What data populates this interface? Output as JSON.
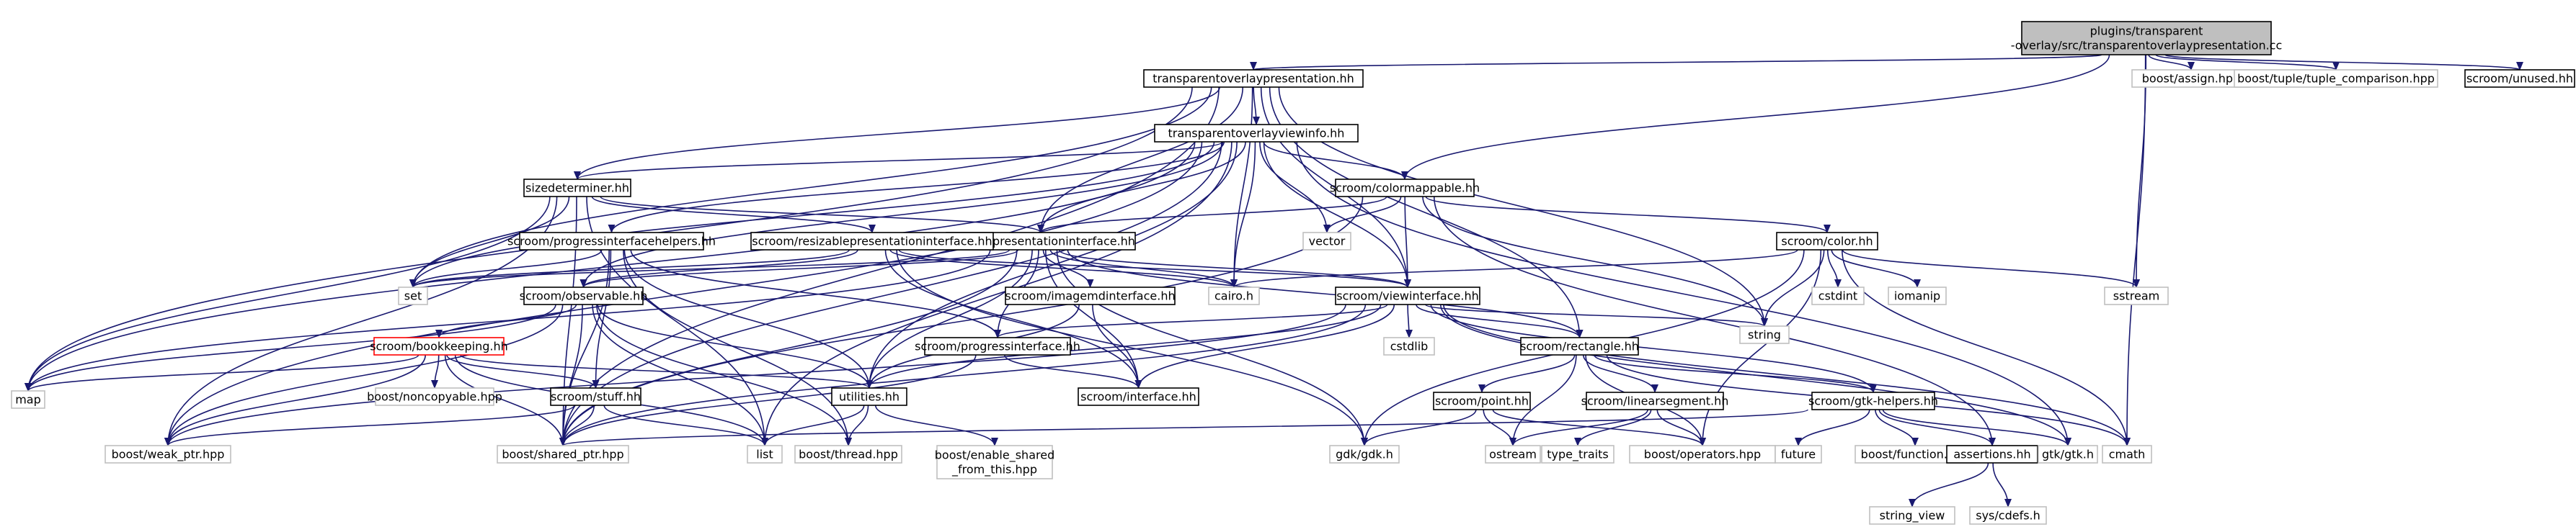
{
  "colors": {
    "edge": "#191970",
    "root_fill": "#bfbfbf",
    "external_border": "#bfbfbf",
    "incomplete_border": "#ff0000"
  },
  "nodes": [
    {
      "id": "root",
      "lines": [
        "plugins/transparent",
        "-overlay/src/transparentoverlaypresentation.cc"
      ],
      "kind": "root"
    },
    {
      "id": "tophh",
      "lines": [
        "transparentoverlaypresentation.hh"
      ],
      "kind": "std"
    },
    {
      "id": "assign",
      "lines": [
        "boost/assign.hpp"
      ],
      "kind": "sys"
    },
    {
      "id": "tuplecmp",
      "lines": [
        "boost/tuple/tuple_comparison.hpp"
      ],
      "kind": "sys"
    },
    {
      "id": "unused",
      "lines": [
        "scroom/unused.hh"
      ],
      "kind": "std"
    },
    {
      "id": "tovi",
      "lines": [
        "transparentoverlayviewinfo.hh"
      ],
      "kind": "std"
    },
    {
      "id": "sizedet",
      "lines": [
        "sizedeterminer.hh"
      ],
      "kind": "std"
    },
    {
      "id": "colormap",
      "lines": [
        "scroom/colormappable.hh"
      ],
      "kind": "std"
    },
    {
      "id": "vector",
      "lines": [
        "vector"
      ],
      "kind": "sys"
    },
    {
      "id": "color",
      "lines": [
        "scroom/color.hh"
      ],
      "kind": "std"
    },
    {
      "id": "presint",
      "lines": [
        "scroom/presentationinterface.hh"
      ],
      "kind": "std"
    },
    {
      "id": "progih",
      "lines": [
        "scroom/progressinterfacehelpers.hh"
      ],
      "kind": "std"
    },
    {
      "id": "resizable",
      "lines": [
        "scroom/resizablepresentationinterface.hh"
      ],
      "kind": "std"
    },
    {
      "id": "set",
      "lines": [
        "set"
      ],
      "kind": "sys"
    },
    {
      "id": "cairo",
      "lines": [
        "cairo.h"
      ],
      "kind": "sys"
    },
    {
      "id": "viewint",
      "lines": [
        "scroom/viewinterface.hh"
      ],
      "kind": "std"
    },
    {
      "id": "imagemd",
      "lines": [
        "scroom/imagemdinterface.hh"
      ],
      "kind": "std"
    },
    {
      "id": "observable",
      "lines": [
        "scroom/observable.hh"
      ],
      "kind": "std"
    },
    {
      "id": "cstdint",
      "lines": [
        "cstdint"
      ],
      "kind": "sys"
    },
    {
      "id": "iomanip",
      "lines": [
        "iomanip"
      ],
      "kind": "sys"
    },
    {
      "id": "sstream",
      "lines": [
        "sstream"
      ],
      "kind": "sys"
    },
    {
      "id": "string",
      "lines": [
        "string"
      ],
      "kind": "sys"
    },
    {
      "id": "cstdlib",
      "lines": [
        "cstdlib"
      ],
      "kind": "sys"
    },
    {
      "id": "rect",
      "lines": [
        "scroom/rectangle.hh"
      ],
      "kind": "std"
    },
    {
      "id": "bookkeep",
      "lines": [
        "scroom/bookkeeping.hh"
      ],
      "kind": "red"
    },
    {
      "id": "progint",
      "lines": [
        "scroom/progressinterface.hh"
      ],
      "kind": "std"
    },
    {
      "id": "map",
      "lines": [
        "map"
      ],
      "kind": "sys"
    },
    {
      "id": "noncopy",
      "lines": [
        "boost/noncopyable.hpp"
      ],
      "kind": "sys"
    },
    {
      "id": "stuff",
      "lines": [
        "scroom/stuff.hh"
      ],
      "kind": "std"
    },
    {
      "id": "utilities",
      "lines": [
        "utilities.hh"
      ],
      "kind": "std"
    },
    {
      "id": "interface",
      "lines": [
        "scroom/interface.hh"
      ],
      "kind": "std"
    },
    {
      "id": "point",
      "lines": [
        "scroom/point.hh"
      ],
      "kind": "std"
    },
    {
      "id": "linseg",
      "lines": [
        "scroom/linearsegment.hh"
      ],
      "kind": "std"
    },
    {
      "id": "gtkhelp",
      "lines": [
        "scroom/gtk-helpers.hh"
      ],
      "kind": "std"
    },
    {
      "id": "weakptr",
      "lines": [
        "boost/weak_ptr.hpp"
      ],
      "kind": "sys"
    },
    {
      "id": "sharedptr",
      "lines": [
        "boost/shared_ptr.hpp"
      ],
      "kind": "sys"
    },
    {
      "id": "list",
      "lines": [
        "list"
      ],
      "kind": "sys"
    },
    {
      "id": "thread",
      "lines": [
        "boost/thread.hpp"
      ],
      "kind": "sys"
    },
    {
      "id": "gdk",
      "lines": [
        "gdk/gdk.h"
      ],
      "kind": "sys"
    },
    {
      "id": "ostream",
      "lines": [
        "ostream"
      ],
      "kind": "sys"
    },
    {
      "id": "typetraits",
      "lines": [
        "type_traits"
      ],
      "kind": "sys"
    },
    {
      "id": "operators",
      "lines": [
        "boost/operators.hpp"
      ],
      "kind": "sys"
    },
    {
      "id": "future",
      "lines": [
        "future"
      ],
      "kind": "sys"
    },
    {
      "id": "function",
      "lines": [
        "boost/function.hpp"
      ],
      "kind": "sys"
    },
    {
      "id": "assertions",
      "lines": [
        "assertions.hh"
      ],
      "kind": "std"
    },
    {
      "id": "gtk",
      "lines": [
        "gtk/gtk.h"
      ],
      "kind": "sys"
    },
    {
      "id": "cmath",
      "lines": [
        "cmath"
      ],
      "kind": "sys"
    },
    {
      "id": "enableshared",
      "lines": [
        "boost/enable_shared",
        "_from_this.hpp"
      ],
      "kind": "sys"
    },
    {
      "id": "stringview",
      "lines": [
        "string_view"
      ],
      "kind": "sys"
    },
    {
      "id": "cdefs",
      "lines": [
        "sys/cdefs.h"
      ],
      "kind": "sys"
    }
  ],
  "edges": [
    [
      "root",
      "tophh"
    ],
    [
      "root",
      "assign"
    ],
    [
      "root",
      "tuplecmp"
    ],
    [
      "root",
      "unused"
    ],
    [
      "root",
      "sstream"
    ],
    [
      "root",
      "cmath"
    ],
    [
      "root",
      "colormap"
    ],
    [
      "tophh",
      "tovi"
    ],
    [
      "tophh",
      "sizedet"
    ],
    [
      "tophh",
      "map"
    ],
    [
      "tophh",
      "set"
    ],
    [
      "tophh",
      "presint"
    ],
    [
      "tophh",
      "cairo"
    ],
    [
      "tophh",
      "viewint"
    ],
    [
      "tophh",
      "rect"
    ],
    [
      "tophh",
      "string"
    ],
    [
      "tophh",
      "sharedptr"
    ],
    [
      "tovi",
      "sizedet"
    ],
    [
      "tovi",
      "colormap"
    ],
    [
      "tovi",
      "presint"
    ],
    [
      "tovi",
      "viewint"
    ],
    [
      "tovi",
      "vector"
    ],
    [
      "tovi",
      "cairo"
    ],
    [
      "tovi",
      "set"
    ],
    [
      "tovi",
      "map"
    ],
    [
      "tovi",
      "sharedptr"
    ],
    [
      "tovi",
      "gtk"
    ],
    [
      "tovi",
      "list"
    ],
    [
      "tovi",
      "utilities"
    ],
    [
      "tovi",
      "progih"
    ],
    [
      "tovi",
      "observable"
    ],
    [
      "tovi",
      "weakptr"
    ],
    [
      "sizedet",
      "presint"
    ],
    [
      "sizedet",
      "resizable"
    ],
    [
      "sizedet",
      "set"
    ],
    [
      "sizedet",
      "map"
    ],
    [
      "sizedet",
      "list"
    ],
    [
      "sizedet",
      "sharedptr"
    ],
    [
      "sizedet",
      "weakptr"
    ],
    [
      "colormap",
      "presint"
    ],
    [
      "colormap",
      "color"
    ],
    [
      "colormap",
      "vector"
    ],
    [
      "colormap",
      "viewint"
    ],
    [
      "colormap",
      "string"
    ],
    [
      "colormap",
      "assertions"
    ],
    [
      "colormap",
      "sharedptr"
    ],
    [
      "color",
      "cstdint"
    ],
    [
      "color",
      "iomanip"
    ],
    [
      "color",
      "sstream"
    ],
    [
      "color",
      "string"
    ],
    [
      "color",
      "cmath"
    ],
    [
      "color",
      "cairo"
    ],
    [
      "color",
      "operators"
    ],
    [
      "color",
      "gdk"
    ],
    [
      "presint",
      "set"
    ],
    [
      "presint",
      "cairo"
    ],
    [
      "presint",
      "viewint"
    ],
    [
      "presint",
      "imagemd"
    ],
    [
      "presint",
      "observable"
    ],
    [
      "presint",
      "rect"
    ],
    [
      "presint",
      "map"
    ],
    [
      "presint",
      "sharedptr"
    ],
    [
      "presint",
      "gdk"
    ],
    [
      "presint",
      "interface"
    ],
    [
      "presint",
      "progint"
    ],
    [
      "presint",
      "utilities"
    ],
    [
      "progih",
      "set"
    ],
    [
      "progih",
      "progint"
    ],
    [
      "progih",
      "utilities"
    ],
    [
      "progih",
      "stuff"
    ],
    [
      "progih",
      "thread"
    ],
    [
      "progih",
      "sharedptr"
    ],
    [
      "resizable",
      "set"
    ],
    [
      "resizable",
      "viewint"
    ],
    [
      "resizable",
      "observable"
    ],
    [
      "resizable",
      "gdk"
    ],
    [
      "resizable",
      "interface"
    ],
    [
      "resizable",
      "cairo"
    ],
    [
      "viewint",
      "rect"
    ],
    [
      "viewint",
      "progint"
    ],
    [
      "viewint",
      "interface"
    ],
    [
      "viewint",
      "cstdlib"
    ],
    [
      "viewint",
      "string"
    ],
    [
      "viewint",
      "cmath"
    ],
    [
      "viewint",
      "gtk"
    ],
    [
      "viewint",
      "gtkhelp"
    ],
    [
      "viewint",
      "sharedptr"
    ],
    [
      "viewint",
      "utilities"
    ],
    [
      "viewint",
      "weakptr"
    ],
    [
      "imagemd",
      "interface"
    ],
    [
      "imagemd",
      "utilities"
    ],
    [
      "observable",
      "bookkeep"
    ],
    [
      "observable",
      "utilities"
    ],
    [
      "observable",
      "list"
    ],
    [
      "observable",
      "map"
    ],
    [
      "observable",
      "sharedptr"
    ],
    [
      "observable",
      "weakptr"
    ],
    [
      "observable",
      "thread"
    ],
    [
      "bookkeep",
      "map"
    ],
    [
      "bookkeep",
      "noncopy"
    ],
    [
      "bookkeep",
      "stuff"
    ],
    [
      "bookkeep",
      "utilities"
    ],
    [
      "bookkeep",
      "list"
    ],
    [
      "bookkeep",
      "sharedptr"
    ],
    [
      "bookkeep",
      "weakptr"
    ],
    [
      "progint",
      "interface"
    ],
    [
      "progint",
      "sharedptr"
    ],
    [
      "stuff",
      "list"
    ],
    [
      "stuff",
      "sharedptr"
    ],
    [
      "stuff",
      "weakptr"
    ],
    [
      "utilities",
      "thread"
    ],
    [
      "utilities",
      "enableshared"
    ],
    [
      "utilities",
      "list"
    ],
    [
      "rect",
      "point"
    ],
    [
      "rect",
      "linseg"
    ],
    [
      "rect",
      "gtkhelp"
    ],
    [
      "rect",
      "ostream"
    ],
    [
      "rect",
      "operators"
    ],
    [
      "rect",
      "cmath"
    ],
    [
      "point",
      "gdk"
    ],
    [
      "point",
      "ostream"
    ],
    [
      "point",
      "operators"
    ],
    [
      "linseg",
      "ostream"
    ],
    [
      "linseg",
      "typetraits"
    ],
    [
      "linseg",
      "operators"
    ],
    [
      "gtkhelp",
      "future"
    ],
    [
      "gtkhelp",
      "function"
    ],
    [
      "gtkhelp",
      "assertions"
    ],
    [
      "gtkhelp",
      "gtk"
    ],
    [
      "gtkhelp",
      "sharedptr"
    ],
    [
      "assertions",
      "stringview"
    ],
    [
      "assertions",
      "cdefs"
    ]
  ]
}
